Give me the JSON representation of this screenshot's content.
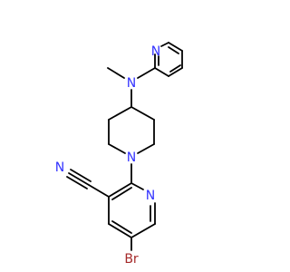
{
  "colors": {
    "carbon": "#000000",
    "nitrogen": "#3333ff",
    "bromine": "#a52a2a",
    "background": "#ffffff"
  },
  "atoms": [
    {
      "id": "n_pyr2",
      "label": "N",
      "element": "nitrogen"
    },
    {
      "id": "n_amine",
      "label": "N",
      "element": "nitrogen"
    },
    {
      "id": "n_pip",
      "label": "N",
      "element": "nitrogen"
    },
    {
      "id": "n_nitrile",
      "label": "N",
      "element": "nitrogen"
    },
    {
      "id": "n_pyr1",
      "label": "N",
      "element": "nitrogen"
    },
    {
      "id": "br",
      "label": "Br",
      "element": "bromine"
    }
  ]
}
